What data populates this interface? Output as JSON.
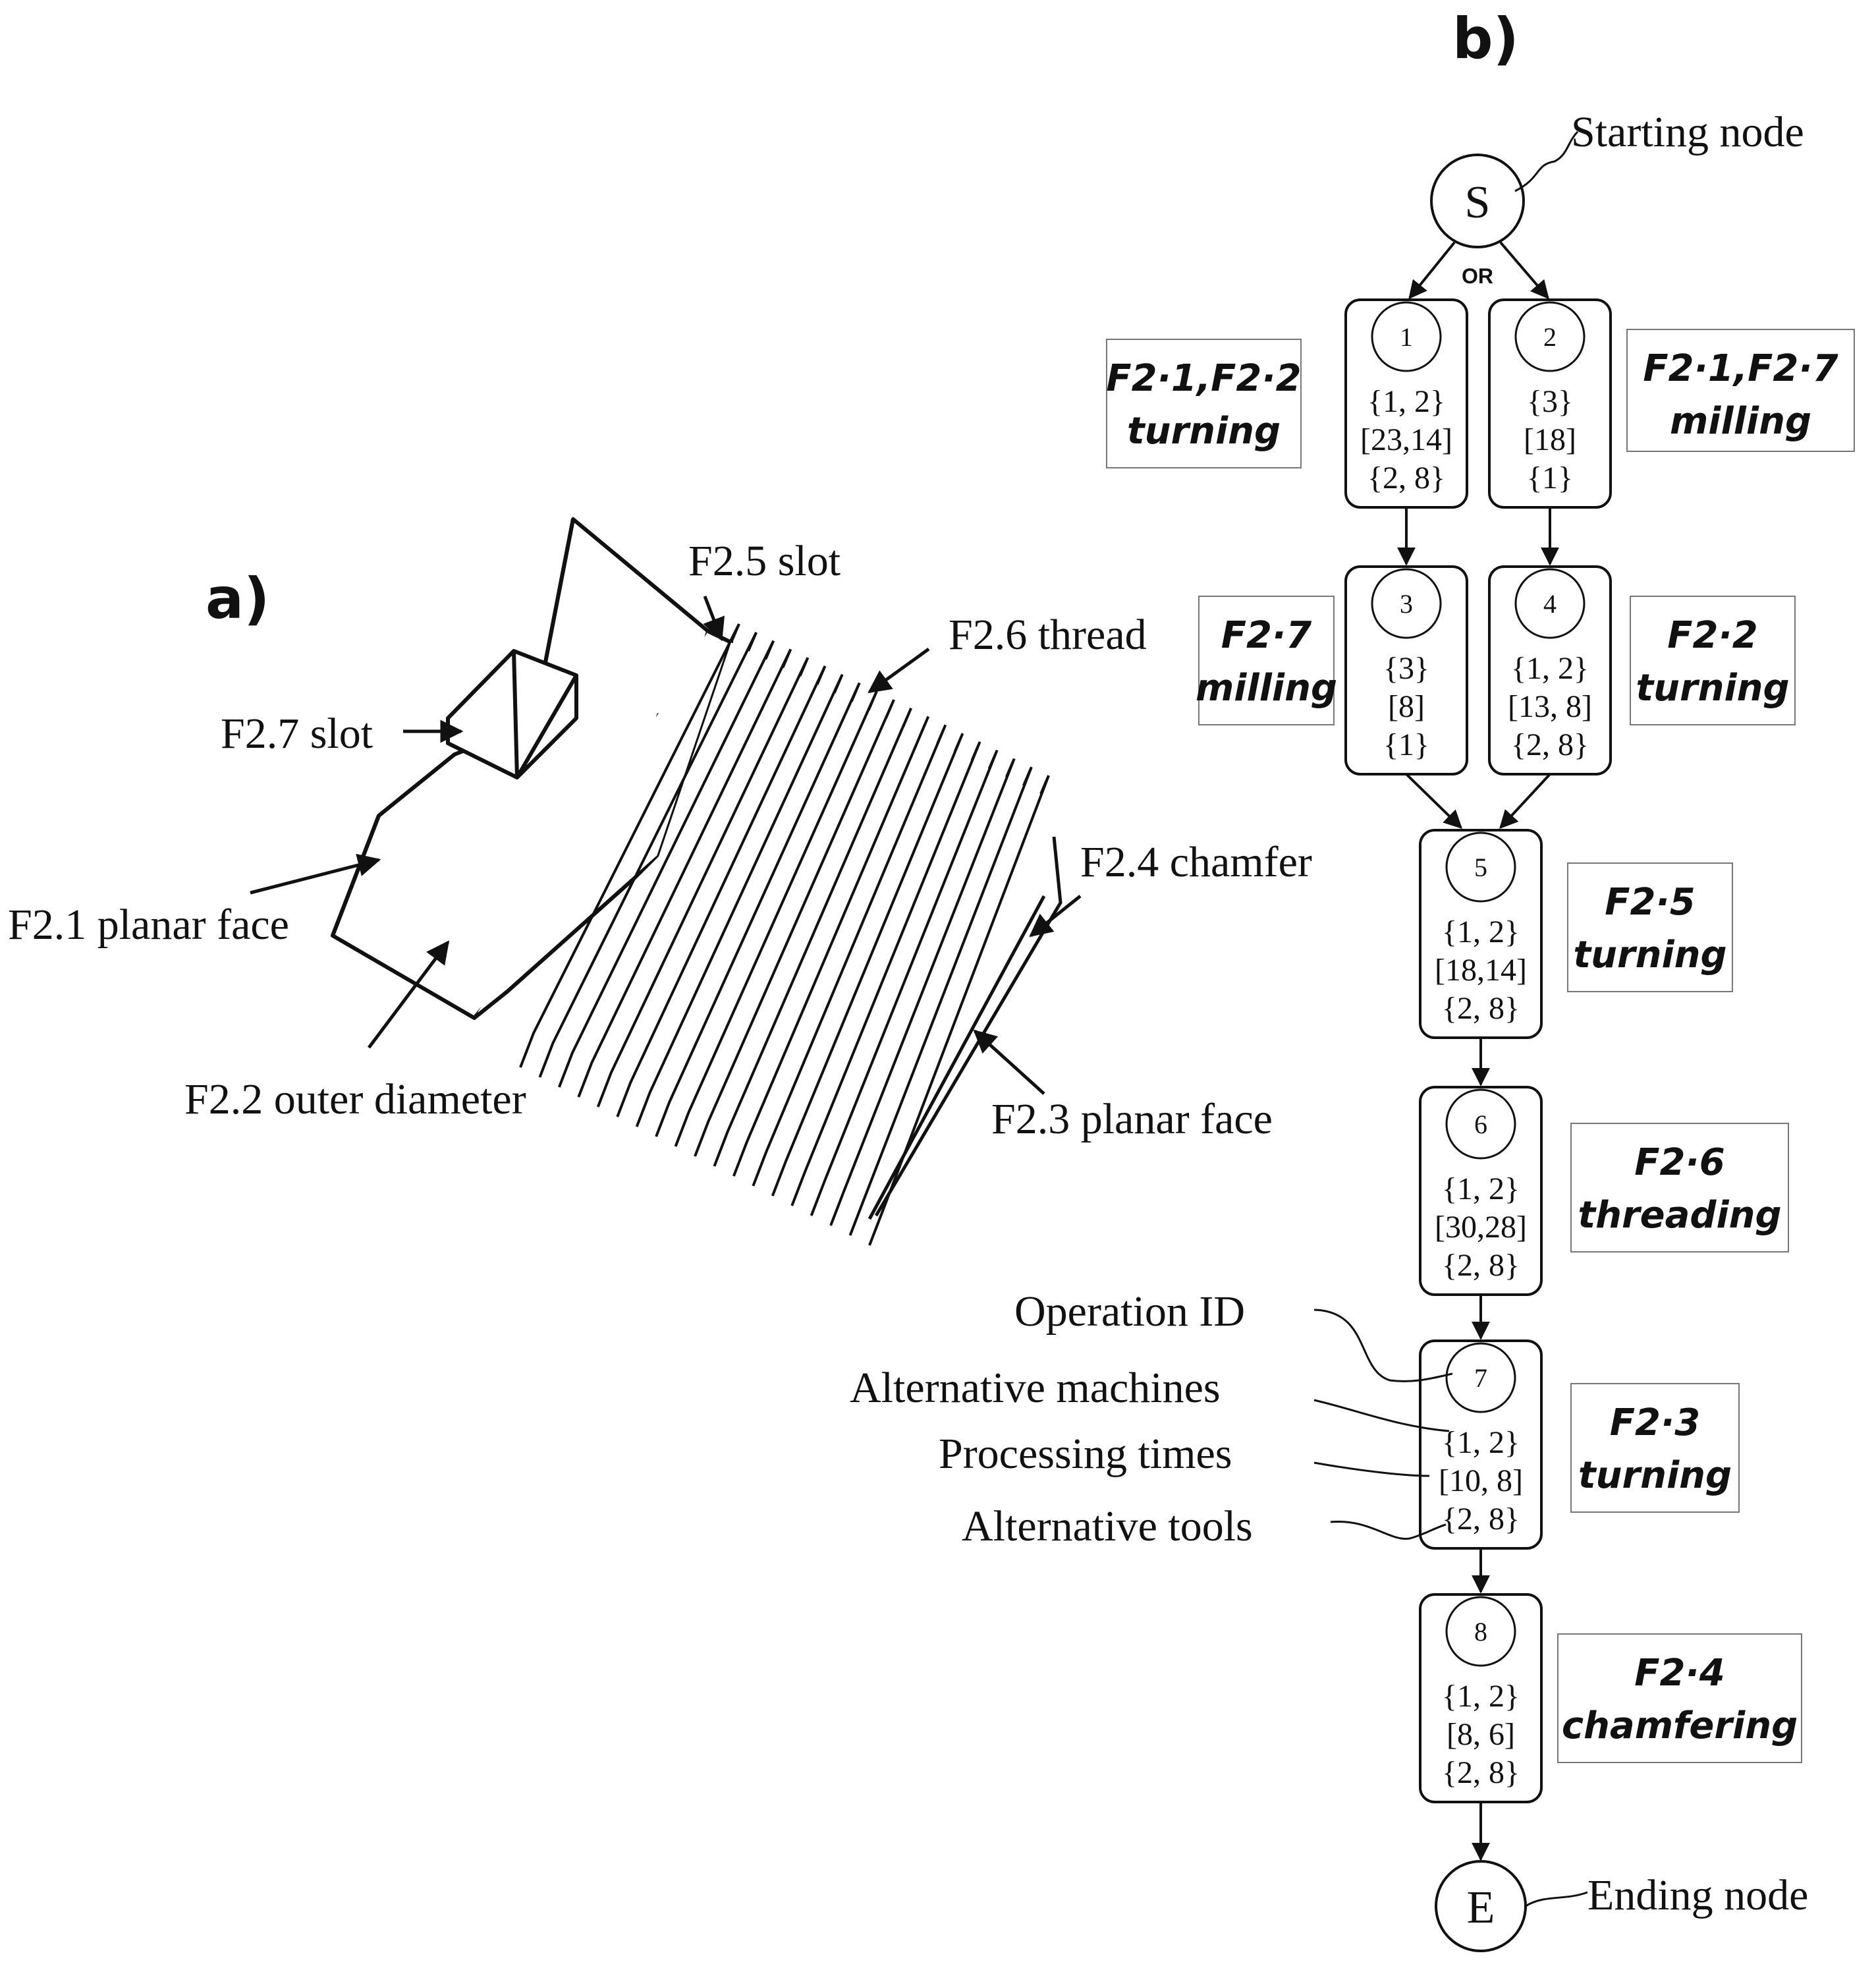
{
  "panel_a": {
    "label": "a)",
    "callouts": [
      "F2.5 slot",
      "F2.6 thread",
      "F2.7 slot",
      "F2.4 chamfer",
      "F2.1 planar face",
      "F2.2 outer diameter",
      "F2.3 planar face"
    ]
  },
  "panel_b": {
    "label": "b)",
    "start": {
      "symbol": "S",
      "caption": "Starting node"
    },
    "end": {
      "symbol": "E",
      "caption": "Ending node"
    },
    "or_label": "OR",
    "nodes": [
      {
        "id": "1",
        "machines": "{1, 2}",
        "times": "[23,14]",
        "tools": "{2,  8}",
        "op_features": "F2·1,F2·2",
        "op_name": "turning"
      },
      {
        "id": "2",
        "machines": "{3}",
        "times": "[18]",
        "tools": "{1}",
        "op_features": "F2·1,F2·7",
        "op_name": "milling"
      },
      {
        "id": "3",
        "machines": "{3}",
        "times": "[8]",
        "tools": "{1}",
        "op_features": "F2·7",
        "op_name": "milling"
      },
      {
        "id": "4",
        "machines": "{1, 2}",
        "times": "[13,  8]",
        "tools": "{2,  8}",
        "op_features": "F2·2",
        "op_name": "turning"
      },
      {
        "id": "5",
        "machines": "{1,  2}",
        "times": "[18,14]",
        "tools": "{2,  8}",
        "op_features": "F2·5",
        "op_name": "turning"
      },
      {
        "id": "6",
        "machines": "{1,  2}",
        "times": "[30,28]",
        "tools": "{2,  8}",
        "op_features": "F2·6",
        "op_name": "threading"
      },
      {
        "id": "7",
        "machines": "{1,  2}",
        "times": "[10,  8]",
        "tools": "{2,  8}",
        "op_features": "F2·3",
        "op_name": "turning"
      },
      {
        "id": "8",
        "machines": "{1,  2}",
        "times": "[8,  6]",
        "tools": "{2,  8}",
        "op_features": "F2·4",
        "op_name": "chamfering"
      }
    ],
    "legend": [
      "Operation ID",
      "Alternative machines",
      "Processing times",
      "Alternative tools"
    ]
  }
}
